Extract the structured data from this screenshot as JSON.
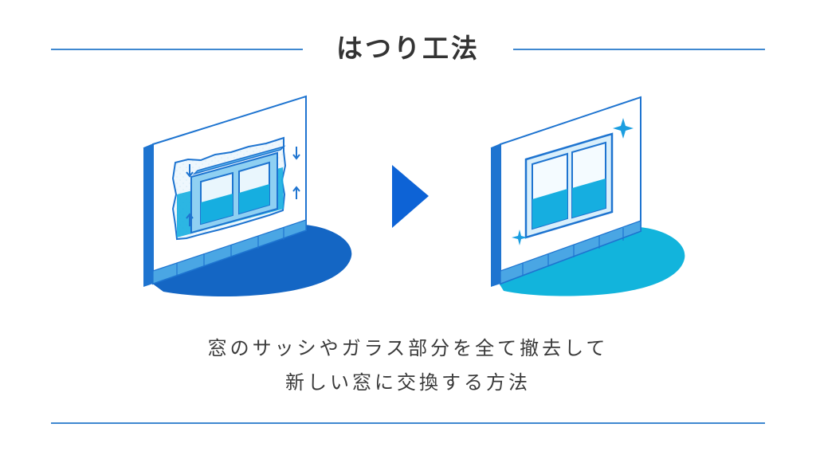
{
  "title": "はつり工法",
  "description": {
    "line1": "窓のサッシやガラス部分を全て撤去して",
    "line2": "新しい窓に交換する方法"
  },
  "colors": {
    "rule": "#3f88d0",
    "wall_edge": "#1e74d0",
    "shadow_before": "#1466c4",
    "shadow_after": "#12b4dc",
    "arrow": "#0d63d6",
    "frame": "#2d9ae0",
    "glass": "#16aee0"
  },
  "icons": {
    "left": "wall-with-window-being-removed-illustration",
    "middle": "arrow-right-icon",
    "right": "wall-with-new-window-illustration"
  }
}
